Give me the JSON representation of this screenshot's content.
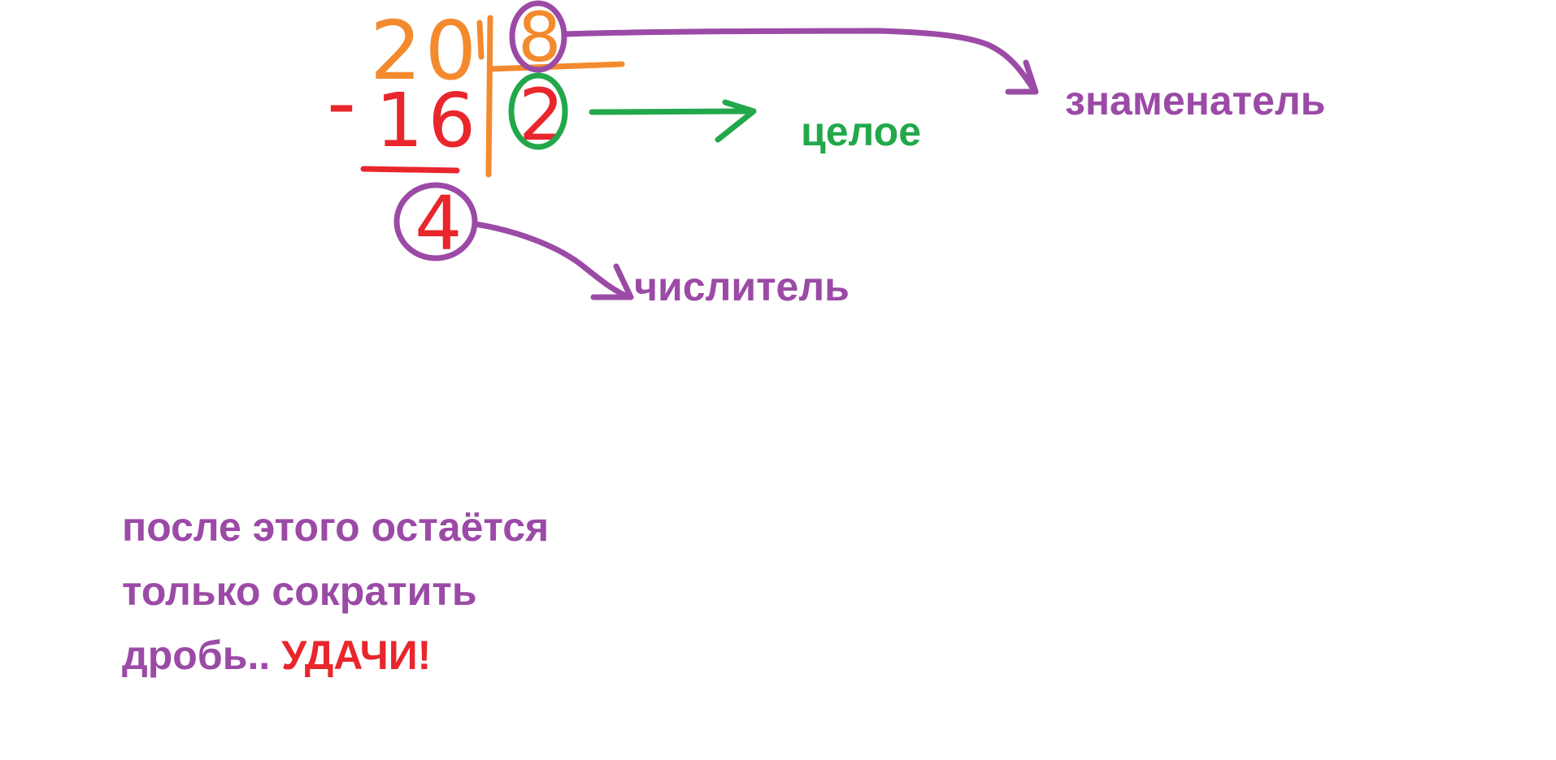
{
  "colors": {
    "purple": "#9b4aa6",
    "green": "#22a84b",
    "red": "#e8262c",
    "orange": "#f48a2e"
  },
  "division": {
    "dividend": "20",
    "divisor": "8",
    "subtrahend": "16",
    "minus_sign": "-",
    "quotient": "2",
    "remainder": "4"
  },
  "labels": {
    "denominator": "знаменатель",
    "whole": "целое",
    "numerator": "числитель"
  },
  "note": {
    "line1": "после этого остаётся",
    "line2": "только сократить",
    "line3_prefix": "дробь.. ",
    "line3_emphasis": "УДАЧИ!"
  }
}
